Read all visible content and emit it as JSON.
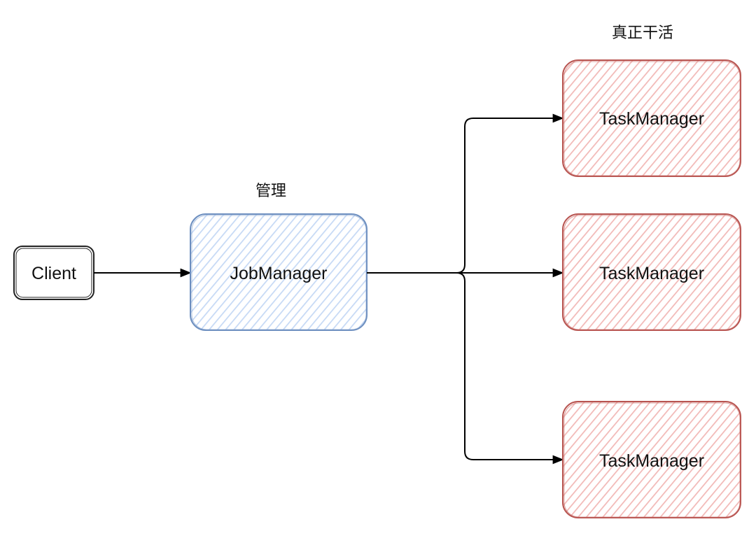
{
  "diagram": {
    "nodes": {
      "client": {
        "label": "Client"
      },
      "jobmanager": {
        "label": "JobManager",
        "caption": "管理",
        "fill": "#dae8fc",
        "stroke": "#6c8ebf"
      },
      "taskmanagers": [
        {
          "label": "TaskManager"
        },
        {
          "label": "TaskManager"
        },
        {
          "label": "TaskManager"
        }
      ],
      "taskmanager_group": {
        "caption": "真正干活",
        "fill": "#f8cecc",
        "stroke": "#b85450"
      }
    },
    "edges": [
      {
        "from": "Client",
        "to": "JobManager"
      },
      {
        "from": "JobManager",
        "to": "TaskManager 1"
      },
      {
        "from": "JobManager",
        "to": "TaskManager 2"
      },
      {
        "from": "JobManager",
        "to": "TaskManager 3"
      }
    ]
  }
}
